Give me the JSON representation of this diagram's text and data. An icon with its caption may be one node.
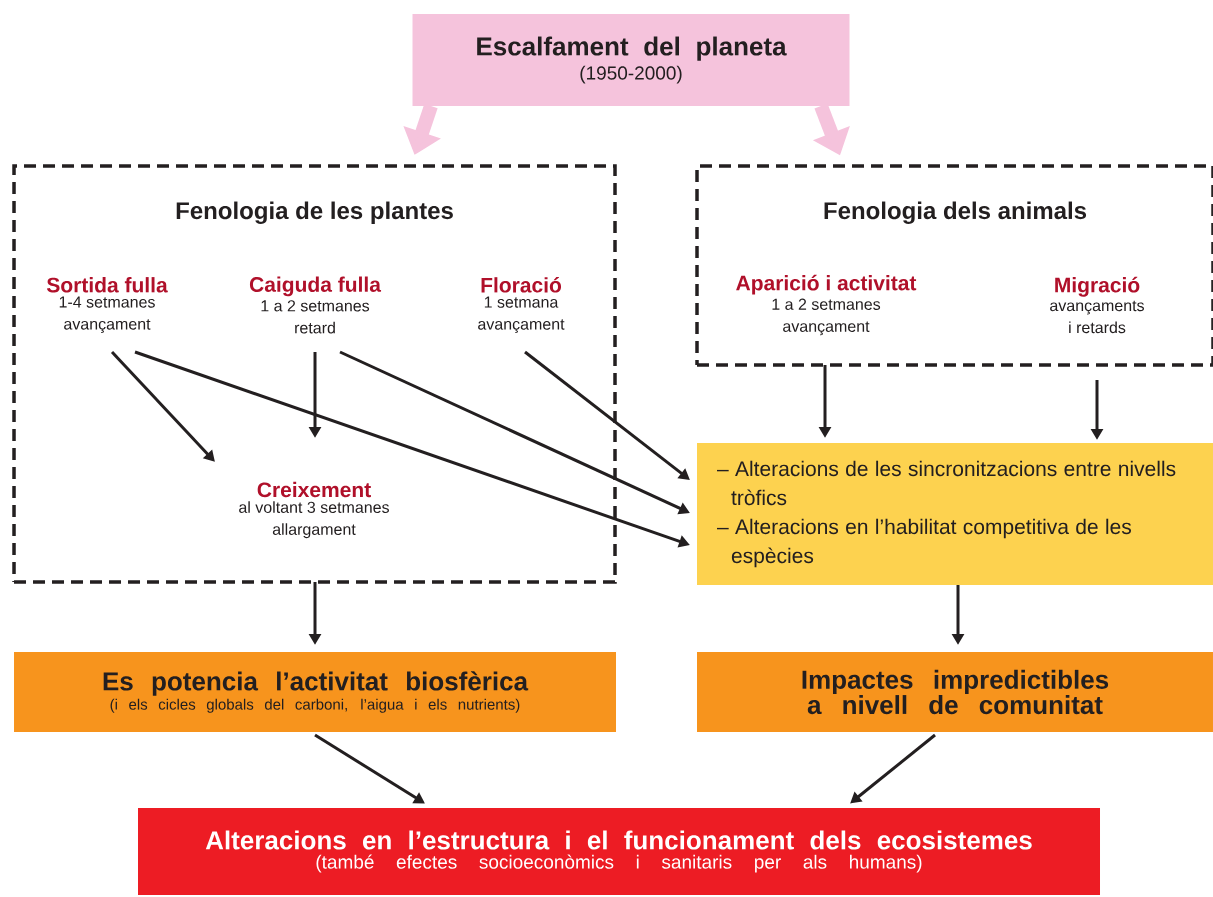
{
  "diagram": {
    "nodes": [
      {
        "text": [
          "Escalfament del planeta",
          "(1950-2000)"
        ]
      },
      {
        "text": [
          "Fenologia de les plantes"
        ]
      },
      {
        "text": [
          "Sortida fulla",
          "1-4 setmanes avançament"
        ],
        "in": 1
      },
      {
        "text": [
          "Caiguda fulla",
          "1 a 2 setmanes retard"
        ],
        "in": 1
      },
      {
        "text": [
          "Floració",
          "1 setmana avançament"
        ],
        "in": 1
      },
      {
        "text": [
          "Creixement",
          "al voltant 3 setmanes allargament"
        ],
        "in": 1
      },
      {
        "text": [
          "Fenologia dels animals"
        ]
      },
      {
        "text": [
          "Aparició i activitat",
          "1 a 2 setmanes avançament"
        ],
        "in": 6
      },
      {
        "text": [
          "Migració",
          "avançaments i retards"
        ],
        "in": 6
      },
      {
        "text": [
          "– Alteracions de les sincronitzacions entre nivells tròfics",
          "– Alteracions en l’habilitat competitiva de les espècies"
        ]
      },
      {
        "text": [
          "Es potencia l’activitat biosfèrica",
          "(i els cicles globals del carboni, l’aigua i els nutrients)"
        ]
      },
      {
        "text": [
          "Impactes impredictibles a nivell de comunitat"
        ]
      },
      {
        "text": [
          "Alteracions en l’estructura i el funcionament dels ecosistemes",
          "(també efectes socioeconòmics i sanitaris per als humans)"
        ]
      }
    ],
    "edges": [
      {
        "from": 0,
        "to": 1,
        "arrow": "to",
        "style": "thick",
        "color": "#f5c3dc"
      },
      {
        "from": 0,
        "to": 6,
        "arrow": "to",
        "style": "thick",
        "color": "#f5c3dc"
      },
      {
        "from": 2,
        "to": 5,
        "arrow": "to"
      },
      {
        "from": 3,
        "to": 5,
        "arrow": "to"
      },
      {
        "from": 2,
        "to": 9,
        "arrow": "to"
      },
      {
        "from": 3,
        "to": 9,
        "arrow": "to"
      },
      {
        "from": 4,
        "to": 9,
        "arrow": "to"
      },
      {
        "from": 7,
        "to": 9,
        "arrow": "to"
      },
      {
        "from": 8,
        "to": 9,
        "arrow": "to"
      },
      {
        "from": 1,
        "to": 10,
        "arrow": "to"
      },
      {
        "from": 9,
        "to": 11,
        "arrow": "to"
      },
      {
        "from": 10,
        "to": 12,
        "arrow": "to"
      },
      {
        "from": 11,
        "to": 12,
        "arrow": "to"
      }
    ]
  }
}
